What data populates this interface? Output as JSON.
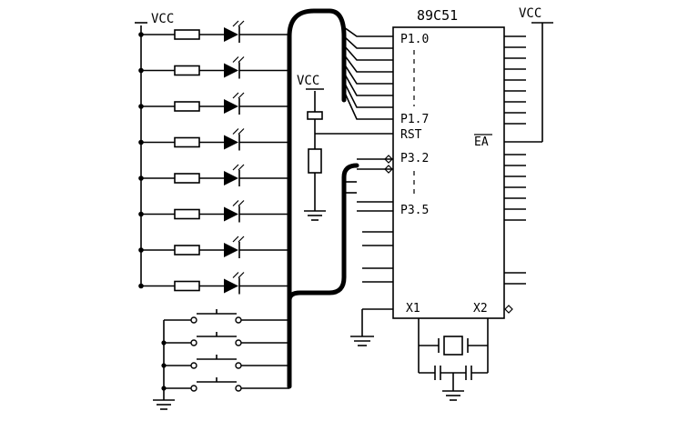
{
  "chip": {
    "name": "89C51",
    "pins": {
      "p10": "P1.0",
      "p17": "P1.7",
      "rst": "RST",
      "p32": "P3.2",
      "p35": "P3.5",
      "ea": "EA",
      "x1": "X1",
      "x2": "X2"
    }
  },
  "power": {
    "vcc_label": "VCC"
  },
  "counts": {
    "leds": 8,
    "switches": 4
  }
}
